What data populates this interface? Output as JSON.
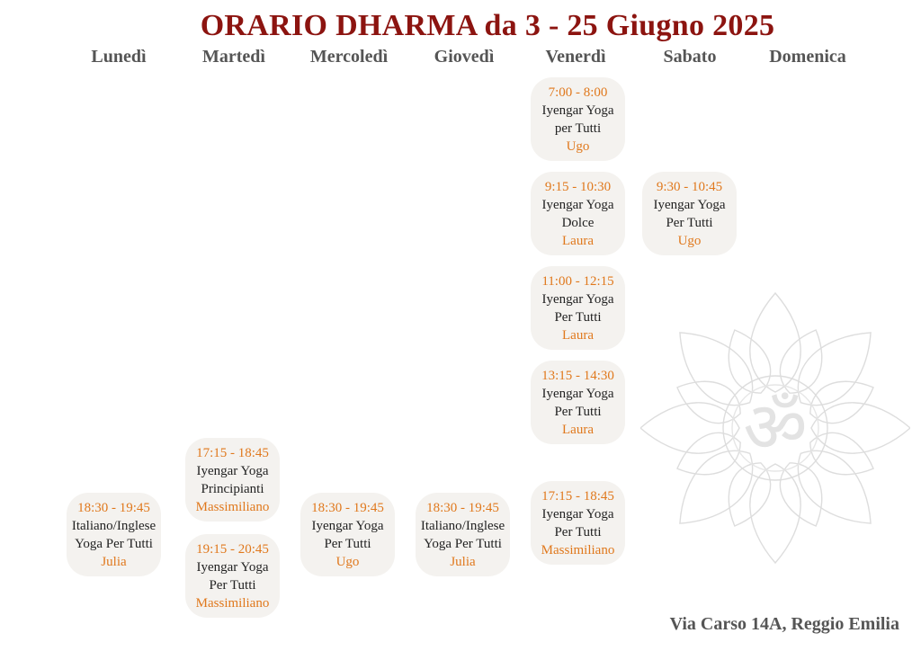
{
  "title": "ORARIO DHARMA da 3 - 25 Giugno 2025",
  "days": [
    "Lunedì",
    "Martedì",
    "Mercoledì",
    "Giovedì",
    "Venerdì",
    "Sabato",
    "Domenica"
  ],
  "classes": [
    {
      "time": "7:00 - 8:00",
      "line1": "Iyengar Yoga",
      "line2": "per Tutti",
      "teacher": "Ugo"
    },
    {
      "time": "9:15 - 10:30",
      "line1": "Iyengar Yoga",
      "line2": "Dolce",
      "teacher": "Laura"
    },
    {
      "time": "9:30 - 10:45",
      "line1": "Iyengar Yoga",
      "line2": "Per Tutti",
      "teacher": "Ugo"
    },
    {
      "time": "11:00 - 12:15",
      "line1": "Iyengar Yoga",
      "line2": "Per Tutti",
      "teacher": "Laura"
    },
    {
      "time": "13:15 - 14:30",
      "line1": "Iyengar Yoga",
      "line2": "Per Tutti",
      "teacher": "Laura"
    },
    {
      "time": "17:15 - 18:45",
      "line1": "Iyengar Yoga",
      "line2": "Principianti",
      "teacher": "Massimiliano"
    },
    {
      "time": "17:15 - 18:45",
      "line1": "Iyengar Yoga",
      "line2": "Per Tutti",
      "teacher": "Massimiliano"
    },
    {
      "time": "18:30 - 19:45",
      "line1": "Italiano/Inglese",
      "line2": "Yoga Per Tutti",
      "teacher": "Julia"
    },
    {
      "time": "18:30 - 19:45",
      "line1": "Iyengar Yoga",
      "line2": "Per Tutti",
      "teacher": "Ugo"
    },
    {
      "time": "18:30 - 19:45",
      "line1": "Italiano/Inglese",
      "line2": "Yoga Per Tutti",
      "teacher": "Julia"
    },
    {
      "time": "19:15 - 20:45",
      "line1": "Iyengar Yoga",
      "line2": "Per Tutti",
      "teacher": "Massimiliano"
    }
  ],
  "address": "Via Carso 14A, Reggio Emilia",
  "decoration": {
    "icon": "om-lotus-mandala-icon"
  },
  "colors": {
    "title": "#8c1410",
    "accent": "#e0781c",
    "text": "#222222",
    "card": "#f4f2ef",
    "day": "#555555"
  }
}
